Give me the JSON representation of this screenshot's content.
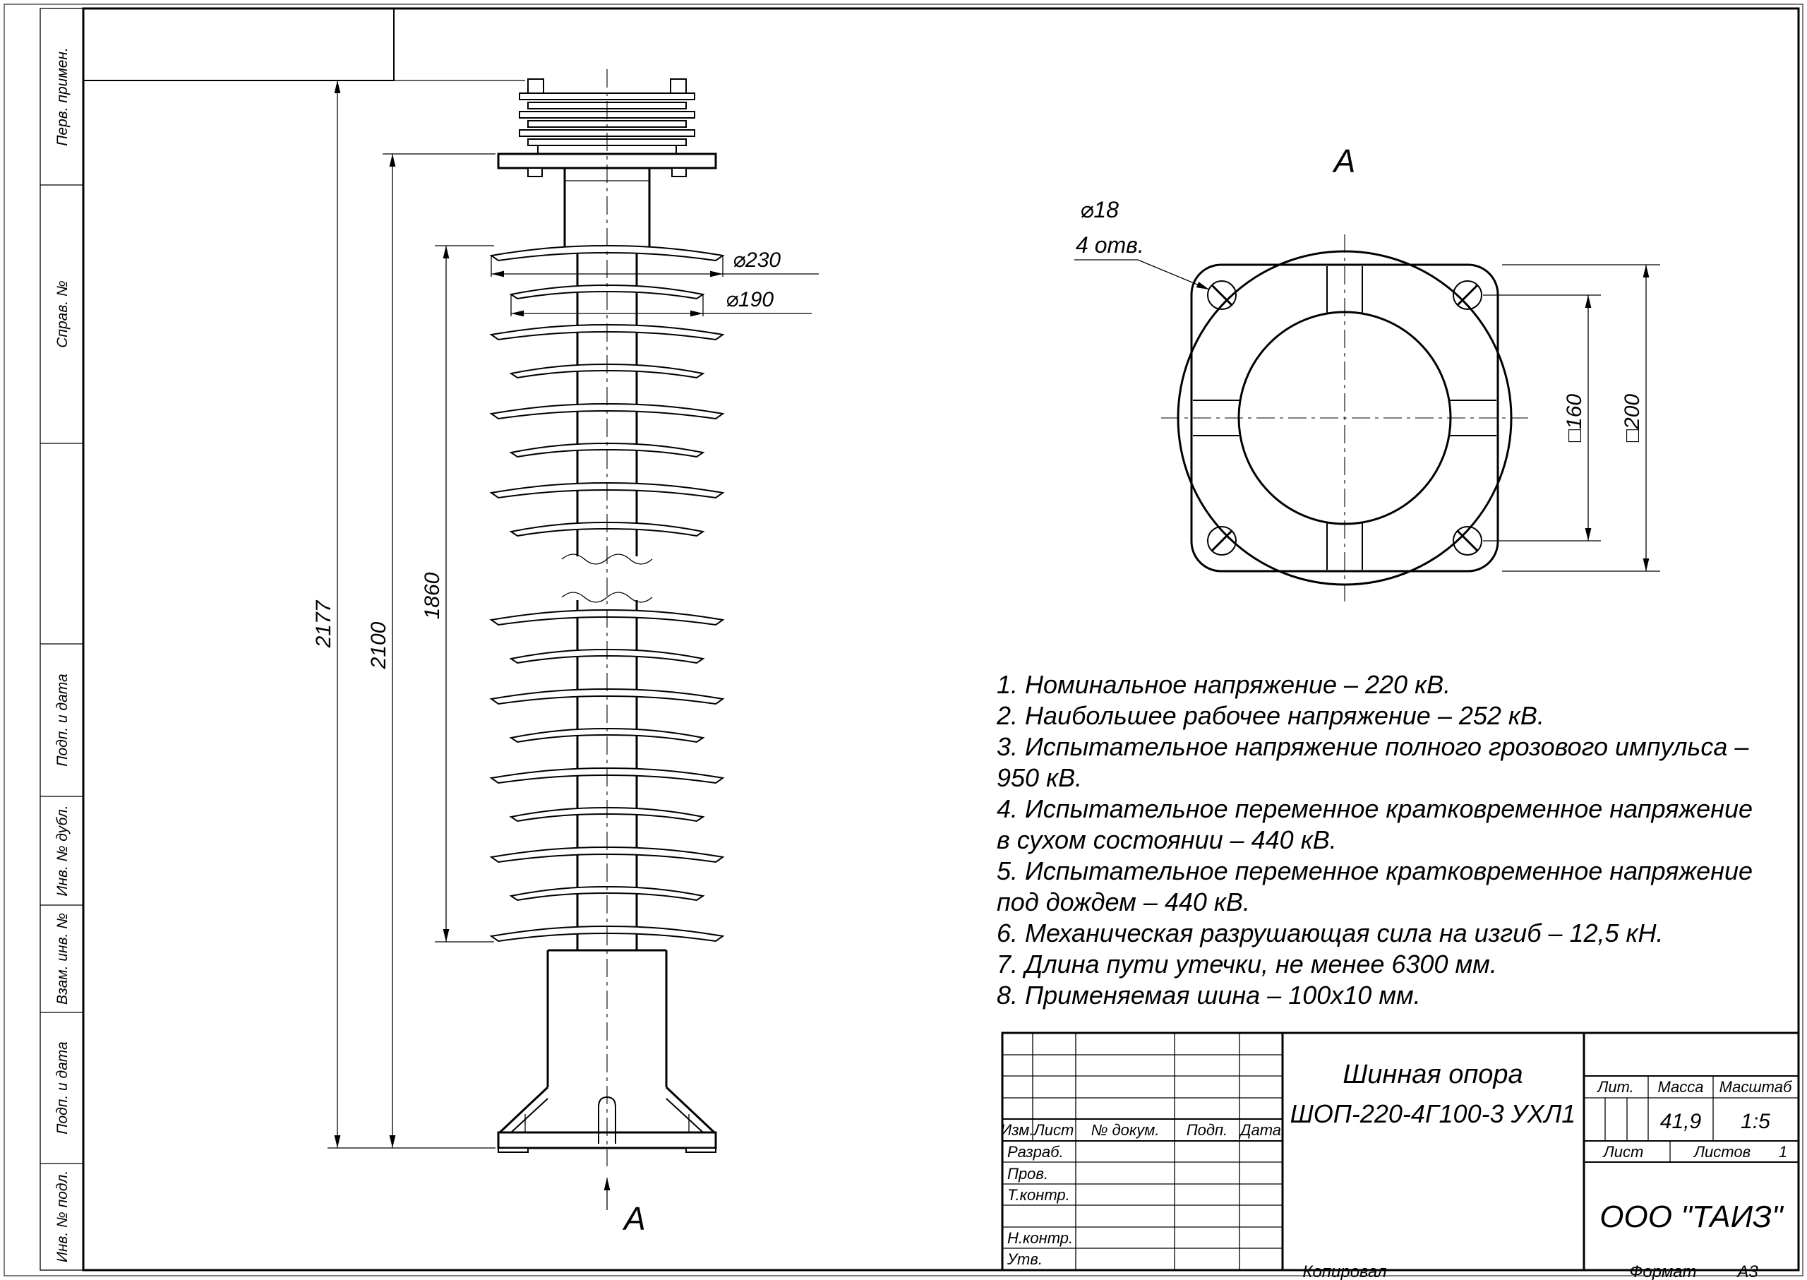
{
  "colors": {
    "ink": "#000000",
    "paper": "#ffffff"
  },
  "margin_labels": [
    "Перв. примен.",
    "Справ. №",
    "Подп. и дата",
    "Инв. № дубл.",
    "Взам. инв. №",
    "Подп. и дата",
    "Инв. № подл."
  ],
  "front_view": {
    "dim_height_total": "2177",
    "dim_height_flange": "2100",
    "dim_height_insulation": "1860",
    "dim_shed_major": "⌀230",
    "dim_shed_minor": "⌀190",
    "view_label": "А"
  },
  "top_view": {
    "view_label": "А",
    "hole_diameter": "⌀18",
    "hole_count": "4 отв.",
    "dim_bolt_square": "□160",
    "dim_flange_square": "□200"
  },
  "notes_lines": [
    "1. Номинальное напряжение – 220 кВ.",
    "2. Наибольшее рабочее напряжение – 252 кВ.",
    "3. Испытательное напряжение полного грозового импульса –",
    "950 кВ.",
    "4. Испытательное переменное кратковременное напряжение",
    "в сухом состоянии – 440 кВ.",
    "5. Испытательное переменное кратковременное напряжение",
    "под дождем – 440 кВ.",
    "6. Механическая разрушающая сила на изгиб – 12,5 кН.",
    "7. Длина пути утечки, не менее 6300 мм.",
    "8. Применяемая шина – 100x10 мм."
  ],
  "title_block": {
    "headers": {
      "izm": "Изм.",
      "list": "Лист",
      "doc": "№ докум.",
      "podp": "Подп.",
      "data": "Дата"
    },
    "roles": {
      "razrab": "Разраб.",
      "prov": "Пров.",
      "tkontr": "Т.контр.",
      "nkontr": "Н.контр.",
      "utv": "Утв."
    },
    "doc_name_line1": "Шинная опора",
    "doc_name_line2": "ШОП-220-4Г100-3 УХЛ1",
    "lit_label": "Лит.",
    "mass_label": "Масса",
    "mass_value": "41,9",
    "scale_label": "Масштаб",
    "scale_value": "1:5",
    "sheet_label": "Лист",
    "sheets_label": "Листов",
    "sheets_value": "1",
    "company": "ООО \"ТАИЗ\"",
    "kopiroval": "Копировал",
    "format_label": "Формат",
    "format_value": "А3"
  }
}
